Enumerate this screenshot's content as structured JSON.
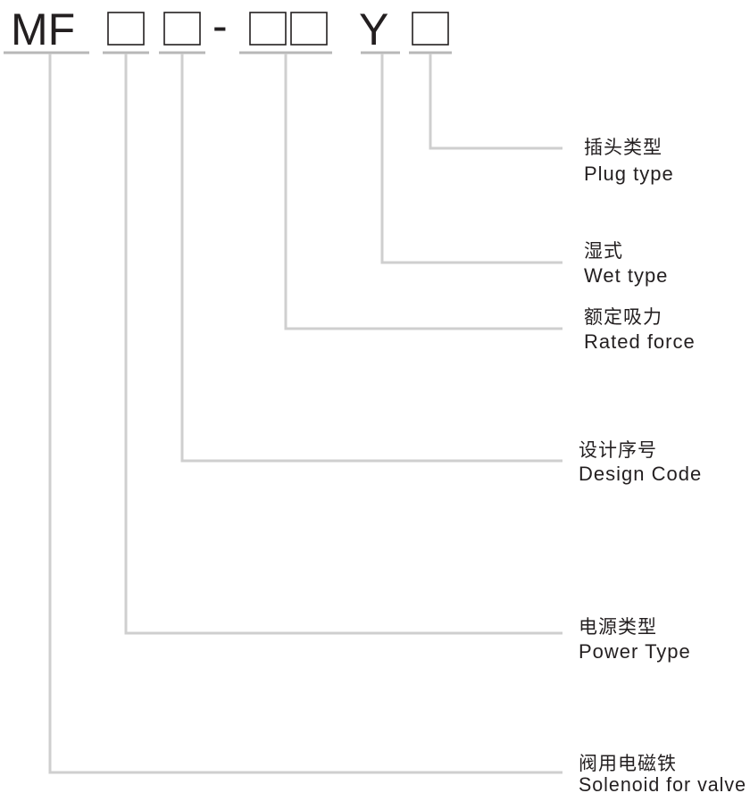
{
  "model_code": {
    "prefix": "MF",
    "dash": "-",
    "wet_letter": "Y"
  },
  "callouts": [
    {
      "zh": "插头类型",
      "en": "Plug type"
    },
    {
      "zh": "湿式",
      "en": "Wet type"
    },
    {
      "zh": "额定吸力",
      "en": "Rated force"
    },
    {
      "zh": "设计序号",
      "en": "Design Code"
    },
    {
      "zh": "电源类型",
      "en": "Power Type"
    },
    {
      "zh": "阀用电磁铁",
      "en": "Solenoid for valve"
    }
  ],
  "colors": {
    "text": "#231f20",
    "tick": "#b8b8b8",
    "leader": "#cfcfcf"
  }
}
